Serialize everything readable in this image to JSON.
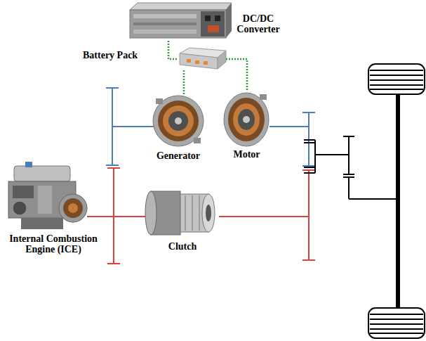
{
  "diagram": {
    "nodes": [
      {
        "text": [
          "Battery Pack"
        ]
      },
      {
        "text": [
          "DC/DC Converter"
        ]
      },
      {
        "text": [
          "Generator"
        ]
      },
      {
        "text": [
          "Motor"
        ]
      },
      {
        "text": [
          "Internal Combustion Engine (ICE)"
        ]
      },
      {
        "text": [
          "Clutch"
        ]
      }
    ],
    "edges": [
      {
        "from": 0,
        "to": 1,
        "arrow": "none"
      },
      {
        "from": 1,
        "to": 2,
        "arrow": "none"
      },
      {
        "from": 1,
        "to": 3,
        "arrow": "none"
      }
    ]
  }
}
